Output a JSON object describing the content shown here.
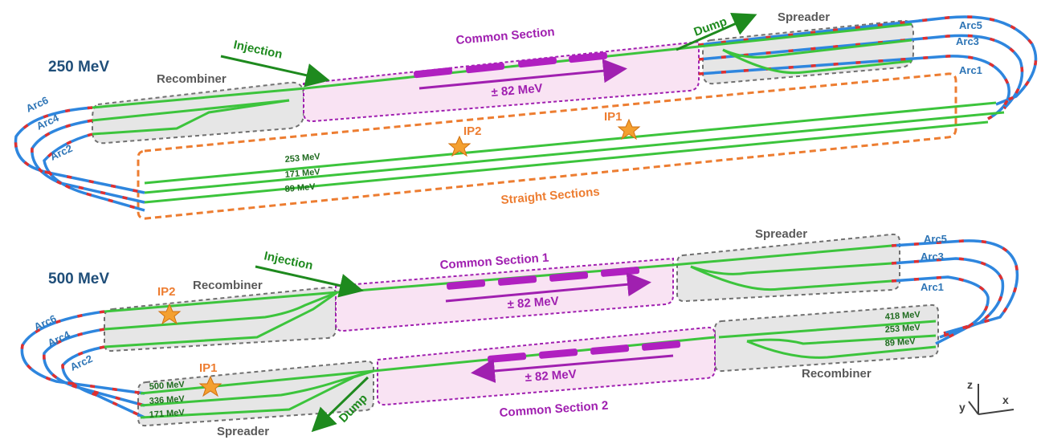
{
  "top": {
    "title": "250 MeV",
    "recombiner": "Recombiner",
    "spreader": "Spreader",
    "injection": "Injection",
    "dump": "Dump",
    "common_section": "Common Section",
    "energy_gain": "± 82 MeV",
    "straight_sections": "Straight Sections",
    "ip1": "IP1",
    "ip2": "IP2",
    "arcs_right": [
      "Arc5",
      "Arc3",
      "Arc1"
    ],
    "arcs_left": [
      "Arc6",
      "Arc4",
      "Arc2"
    ],
    "energies": [
      "253 MeV",
      "171 MeV",
      "89 MeV"
    ]
  },
  "bottom": {
    "title": "500 MeV",
    "recombiner_left": "Recombiner",
    "recombiner_right": "Recombiner",
    "spreader_top": "Spreader",
    "spreader_bottom": "Spreader",
    "injection": "Injection",
    "dump": "Dump",
    "common_section_1": "Common Section 1",
    "common_section_2": "Common Section 2",
    "energy_gain_1": "± 82 MeV",
    "energy_gain_2": "± 82 MeV",
    "ip1": "IP1",
    "ip2": "IP2",
    "arcs_right": [
      "Arc5",
      "Arc3",
      "Arc1"
    ],
    "arcs_left": [
      "Arc6",
      "Arc4",
      "Arc2"
    ],
    "energies_right": [
      "418 MeV",
      "253 MeV",
      "89 MeV"
    ],
    "energies_left": [
      "500 MeV",
      "336 MeV",
      "171 MeV"
    ]
  },
  "axes": {
    "z": "z",
    "y": "y",
    "x": "x"
  },
  "colors": {
    "arc_blue": "#2e86de",
    "straight_green": "#3cc43c",
    "magnet_red": "#e03030",
    "common_fill": "#f9e3f3",
    "common_border": "#a020b0",
    "cavity": "#b020c0",
    "box_fill": "#e6e6e6",
    "box_border": "#707070",
    "straight_border": "#ed7d31",
    "star": "#f4a030"
  }
}
